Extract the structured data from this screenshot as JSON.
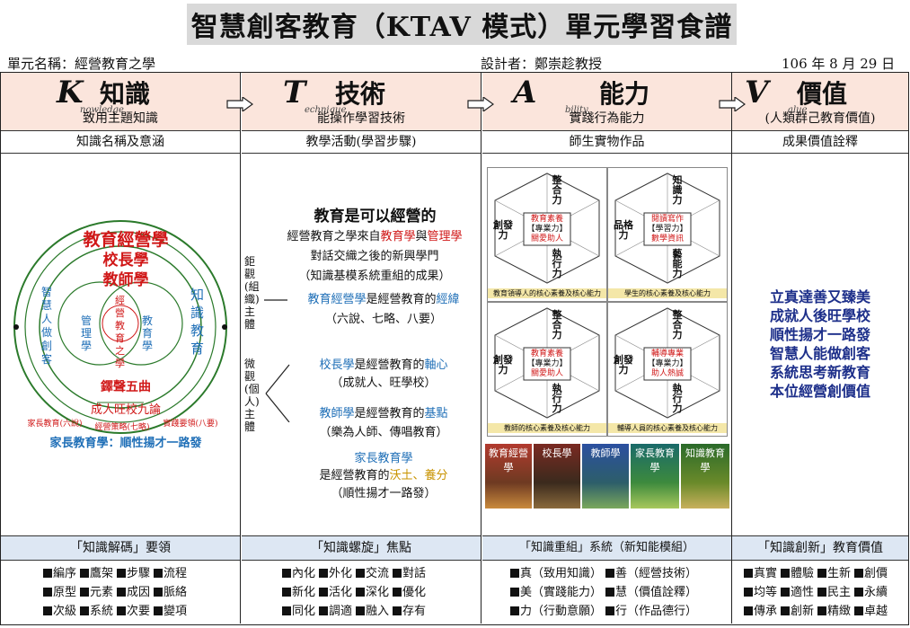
{
  "title": "智慧創客教育（KTAV 模式）單元學習食譜",
  "meta": {
    "unit": "單元名稱：經營教育之學",
    "designer": "設計者：鄭崇趁教授",
    "date": "106 年 8 月 29 日"
  },
  "columns": [
    {
      "letter": "K",
      "script": "nowledge",
      "zh": "知識",
      "sub": "致用主題知識",
      "row2": "知識名稱及意涵",
      "band": "「知識解碼」要領"
    },
    {
      "letter": "T",
      "script": "echnique",
      "zh": "技術",
      "sub": "能操作學習技術",
      "row2": "教學活動(學習步驟)",
      "band": "「知識螺旋」焦點"
    },
    {
      "letter": "A",
      "script": "bility",
      "zh": "能力",
      "sub": "實踐行為能力",
      "row2": "師生實物作品",
      "band": "「知識重組」系統（新知能模組）"
    },
    {
      "letter": "V",
      "script": "alue",
      "zh": "價值",
      "sub": "(人類群己教育價值)",
      "row2": "成果價值詮釋",
      "band": "「知識創新」教育價值"
    }
  ],
  "circle": {
    "outer_title": "教育經營學",
    "mid_title": "校長學",
    "inner_title": "教師學",
    "left_arc": "智慧人做創客",
    "right_arc": "知識教育",
    "venn_left": "管理學",
    "venn_center": "經營教育之學",
    "venn_right": "教育學",
    "bottom1": "鐸聲五曲",
    "bottom2": "成人旺校九論",
    "ring_small_left": "家長教育(六說)",
    "ring_small_mid": "經營策略(七略)",
    "ring_small_right": "實踐要領(八要)",
    "outer_bottom": "家長教育學：順性揚才一路發"
  },
  "technique": {
    "heading": "教育是可以經營的",
    "p1a": "經營教育之學來自",
    "p1b": "教育學",
    "p1c": "與",
    "p1d": "管理學",
    "p2": "對話交織之後的新興學門",
    "p3": "（知識基模系統重組的成果）",
    "macro_label": "鉅觀(組織)主體",
    "micro_label": "微觀(個人)主體",
    "l1a": "教育經營學",
    "l1b": "是經營教育的",
    "l1c": "經緯",
    "l1d": "（六說、七略、八要）",
    "l2a": "校長學",
    "l2b": "是經營教育的",
    "l2c": "軸心",
    "l2d": "（成就人、旺學校）",
    "l3a": "教師學",
    "l3b": "是經營教育的",
    "l3c": "基點",
    "l3d": "（樂為人師、傳唱教育）",
    "l4a": "家長教育學",
    "l4b": "是經營教育的",
    "l4c": "沃土、養分",
    "l4d": "（順性揚才一路發）"
  },
  "ability": {
    "hex_captions": [
      "教育領導人的核心素養及核心能力",
      "學生的核心素養及核心能力",
      "教師的核心素養及核心能力",
      "輔導人員的核心素養及核心能力"
    ],
    "hex_centers": [
      [
        "教育素養",
        "【專業力】",
        "關愛助人"
      ],
      [
        "閱讀寫作",
        "【學習力】",
        "數學資訊"
      ],
      [
        "教育素養",
        "【專業力】",
        "關愛助人"
      ],
      [
        "輔導專業",
        "【專業力】",
        "助人熱誠"
      ]
    ],
    "hex_left": [
      "創發力",
      "品格力",
      "創發力",
      "創發力"
    ],
    "hex_top": [
      "整合力",
      "知識力",
      "整合力",
      "整合力"
    ],
    "hex_bottom": [
      "執行力",
      "藝能力",
      "執行力",
      "執行力"
    ],
    "books": [
      "教育經營學",
      "校長學",
      "教師學",
      "家長教育學",
      "知識教育學"
    ]
  },
  "value": {
    "lines": [
      "立真達善又臻美",
      "成就人後旺學校",
      "順性揚才一路發",
      "智慧人能做創客",
      "系統思考新教育",
      "本位經營創價值"
    ]
  },
  "keywords": {
    "k": [
      [
        "編序",
        "鷹架",
        "步驟",
        "流程"
      ],
      [
        "原型",
        "元素",
        "成因",
        "脈絡"
      ],
      [
        "次級",
        "系統",
        "次要",
        "變項"
      ]
    ],
    "t": [
      [
        "內化",
        "外化",
        "交流",
        "對話"
      ],
      [
        "新化",
        "活化",
        "深化",
        "優化"
      ],
      [
        "同化",
        "調適",
        "融入",
        "存有"
      ]
    ],
    "a": [
      [
        "真（致用知識）",
        "善（經營技術）"
      ],
      [
        "美（實踐能力）",
        "慧（價值詮釋）"
      ],
      [
        "力（行動意願）",
        "行（作品德行）"
      ]
    ],
    "v": [
      [
        "真實",
        "體驗",
        "生新",
        "創價"
      ],
      [
        "均等",
        "適性",
        "民主",
        "永續"
      ],
      [
        "傳承",
        "創新",
        "精緻",
        "卓越"
      ]
    ]
  },
  "colors": {
    "header_bg": "#fbe5dc",
    "band_bg": "#dde7f3",
    "red": "#d01818",
    "blue": "#1f6fb7",
    "navy": "#1d2f8a",
    "green": "#2b7a2b"
  }
}
